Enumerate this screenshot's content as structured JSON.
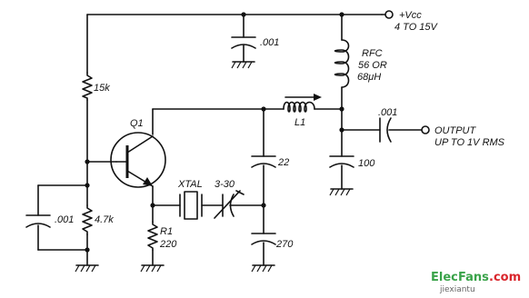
{
  "supply": {
    "label": "+Vcc",
    "range": "4 TO 15V"
  },
  "components": {
    "c_top": ".001",
    "rfc_name": "RFC",
    "rfc_value_1": "56 OR",
    "rfc_value_2": "68μH",
    "r_bias_top": "15k",
    "transistor": "Q1",
    "inductor": "L1",
    "c_out": ".001",
    "c_22": "22",
    "c_100": "100",
    "xtal": "XTAL",
    "trimmer": "3-30",
    "c_left": ".001",
    "r_bias_bottom": "4.7k",
    "r1_name": "R1",
    "r1_value": "220",
    "c_270": "270"
  },
  "output": {
    "label": "OUTPUT",
    "note": "UP TO 1V RMS"
  },
  "watermark": {
    "brand": "Elec",
    "brand_accent": "Fans",
    "domain": ".com",
    "sub": "jiexiantu"
  },
  "colors": {
    "ink": "#111111",
    "wm_green": "#3aa34a",
    "wm_red": "#d9262c"
  }
}
